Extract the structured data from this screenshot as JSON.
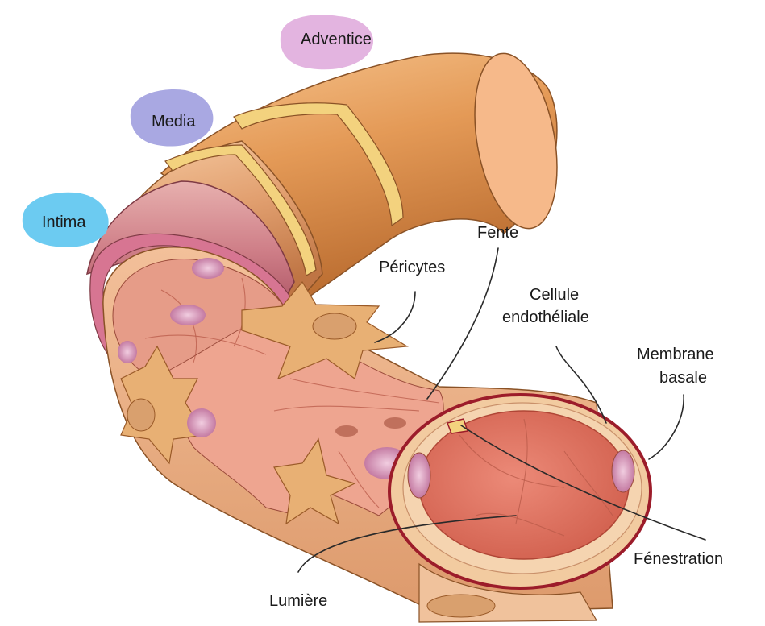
{
  "labels": {
    "adventice": "Adventice",
    "media": "Media",
    "intima": "Intima",
    "fente": "Fente",
    "pericytes": "Péricytes",
    "cellule_line1": "Cellule",
    "cellule_line2": "endothéliale",
    "membrane_line1": "Membrane",
    "membrane_line2": "basale",
    "fenestration": "Fénestration",
    "lumiere": "Lumière"
  },
  "colors": {
    "adventice_bubble": "#e3b4e0",
    "media_bubble": "#a9a8e2",
    "intima_bubble": "#6ccbf1",
    "outer_tube": "#e8a060",
    "yellow_band": "#f3d27e",
    "inner_tissue": "#f0b590",
    "cell_pink": "#eea590",
    "lumen": "#e07462",
    "basement_membrane": "#9c1c2a",
    "nucleus": "#d895b7"
  }
}
